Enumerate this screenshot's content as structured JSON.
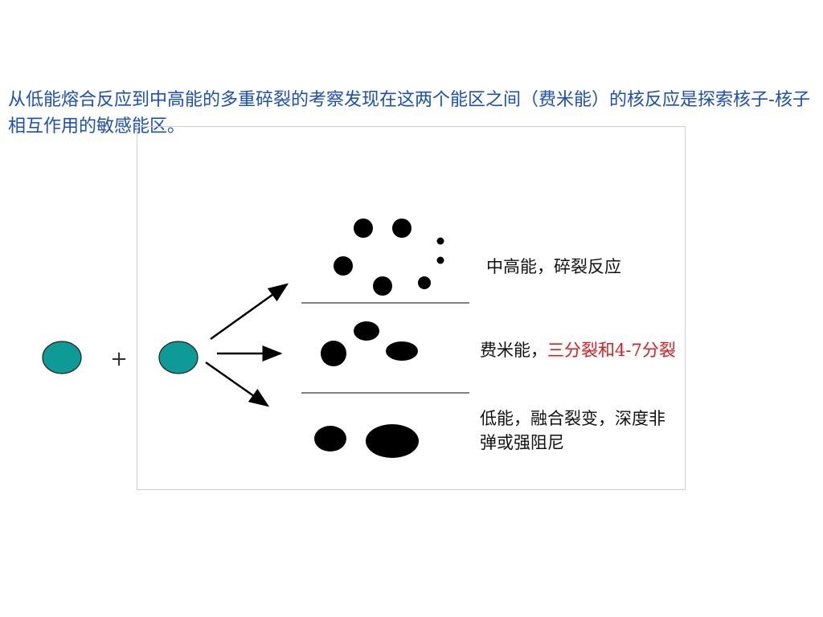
{
  "slide": {
    "title": "从低能熔合反应到中高能的多重碎裂的考察发现在这两个能区之间（费米能）的核反应是探索核子-核子相互作用的敏感能区。"
  },
  "reaction": {
    "plus_sign": "+",
    "projectile_color": "#0e9a97",
    "product_color": "#000000"
  },
  "labels": {
    "high_energy": "中高能，碎裂反应",
    "fermi_energy_prefix": "费米能，",
    "fermi_energy_highlight": "三分裂和4-7分裂",
    "fermi_highlight_color": "#e01b1b",
    "low_energy_line1": "低能，融合裂变，深度非",
    "low_energy_line2": "弹或强阻尼"
  }
}
